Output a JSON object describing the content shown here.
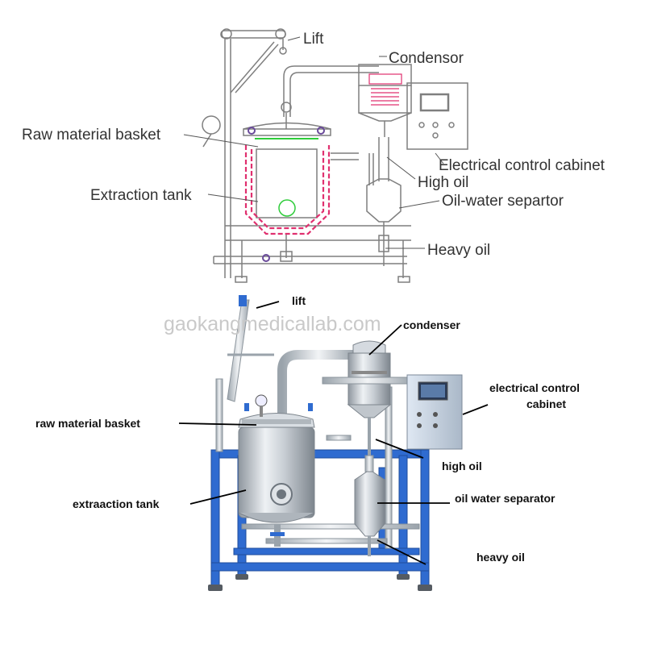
{
  "top_diagram": {
    "labels": {
      "lift": "Lift",
      "condensor": "Condensor",
      "raw_material_basket": "Raw material basket",
      "electrical_control_cabinet": "Electrical control cabinet",
      "high_oil": "High oil",
      "extraction_tank": "Extraction tank",
      "oil_water_separator": "Oil-water separtor",
      "heavy_oil": "Heavy oil"
    }
  },
  "watermark": "gaokangmedicallab.com",
  "bottom_photo": {
    "labels": {
      "lift": "lift",
      "condenser": "condenser",
      "electrical_control_line1": "electrical control",
      "electrical_control_line2": "cabinet",
      "raw_material_basket": "raw material basket",
      "high_oil": "high oil",
      "extraction_tank": "extraaction tank",
      "oil_water_separator": "oil water separator",
      "heavy_oil": "heavy oil"
    }
  },
  "colors": {
    "line_drawing": "#7f7f7f",
    "heating_jacket": "#e0306f",
    "basket": "#2ecc3a",
    "pipe_blue": "#9fc3e6",
    "frame_blue": "#2f6bd0",
    "steel": "#c9ced4"
  }
}
